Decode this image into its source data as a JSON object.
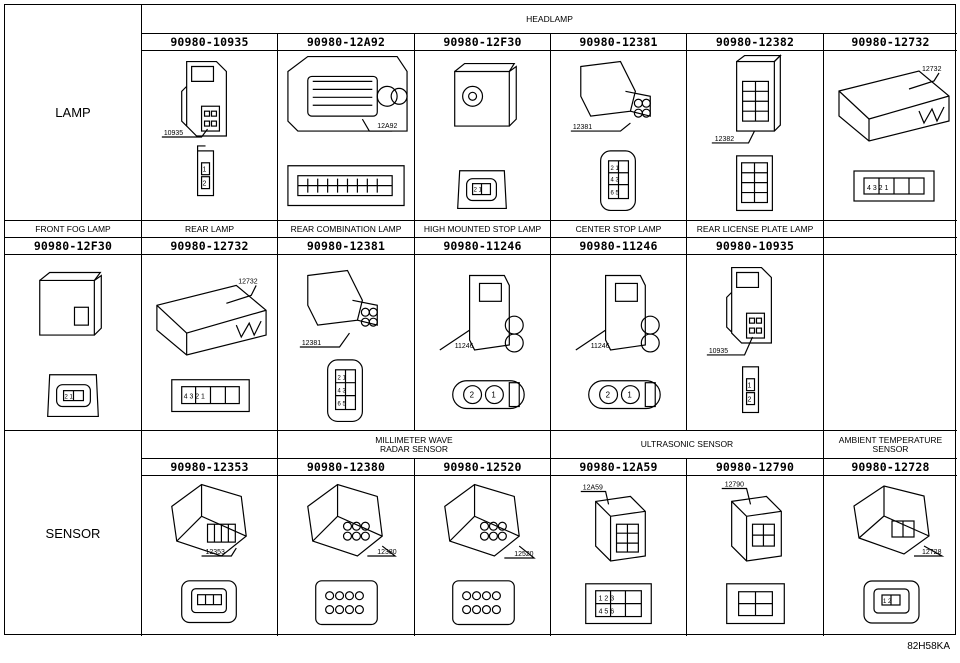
{
  "sections": {
    "lamp": {
      "category": "LAMP",
      "group": "HEADLAMP",
      "parts": [
        {
          "part_no": "90980-10935",
          "callout": "10935",
          "icon": "connector-2pin-latch"
        },
        {
          "part_no": "90980-12A92",
          "callout": "12A92",
          "icon": "connector-multipin-housing"
        },
        {
          "part_no": "90980-12F30",
          "callout": "",
          "icon": "connector-2pin-round"
        },
        {
          "part_no": "90980-12381",
          "callout": "12381",
          "icon": "connector-6pin-round"
        },
        {
          "part_no": "90980-12382",
          "callout": "12382",
          "icon": "connector-8pin-box"
        },
        {
          "part_no": "90980-12732",
          "callout": "12732",
          "icon": "connector-4pin-flat"
        }
      ]
    },
    "row2": {
      "parts": [
        {
          "group": "FRONT FOG LAMP",
          "part_no": "90980-12F30",
          "callout": "",
          "icon": "connector-2pin-round"
        },
        {
          "group": "REAR LAMP",
          "part_no": "90980-12732",
          "callout": "12732",
          "icon": "connector-4pin-flat"
        },
        {
          "group": "REAR COMBINATION LAMP",
          "part_no": "90980-12381",
          "callout": "12381",
          "icon": "connector-6pin-round"
        },
        {
          "group": "HIGH MOUNTED STOP LAMP",
          "part_no": "90980-11246",
          "callout": "11246",
          "icon": "connector-2pin-barrel"
        },
        {
          "group": "CENTER STOP LAMP",
          "part_no": "90980-11246",
          "callout": "11246",
          "icon": "connector-2pin-barrel"
        },
        {
          "group": "REAR LICENSE PLATE LAMP",
          "part_no": "90980-10935",
          "callout": "10935",
          "icon": "connector-2pin-latch"
        }
      ]
    },
    "sensor": {
      "category": "SENSOR",
      "groups": [
        "MILLIMETER WAVE\nRADAR SENSOR",
        "ULTRASONIC SENSOR",
        "AMBIENT TEMPERATURE\nSENSOR"
      ],
      "parts": [
        {
          "part_no": "90980-12353",
          "callout": "12353",
          "icon": "connector-3pin-sensor"
        },
        {
          "part_no": "90980-12380",
          "callout": "12380",
          "icon": "connector-10pin-sensor"
        },
        {
          "part_no": "90980-12520",
          "callout": "12520",
          "icon": "connector-10pin-sensor"
        },
        {
          "part_no": "90980-12A59",
          "callout": "12A59",
          "icon": "connector-6pin-square"
        },
        {
          "part_no": "90980-12790",
          "callout": "12790",
          "icon": "connector-4pin-square"
        },
        {
          "part_no": "90980-12728",
          "callout": "12728",
          "icon": "connector-2pin-sensor"
        }
      ]
    }
  },
  "sheet_code": "82H58KA"
}
